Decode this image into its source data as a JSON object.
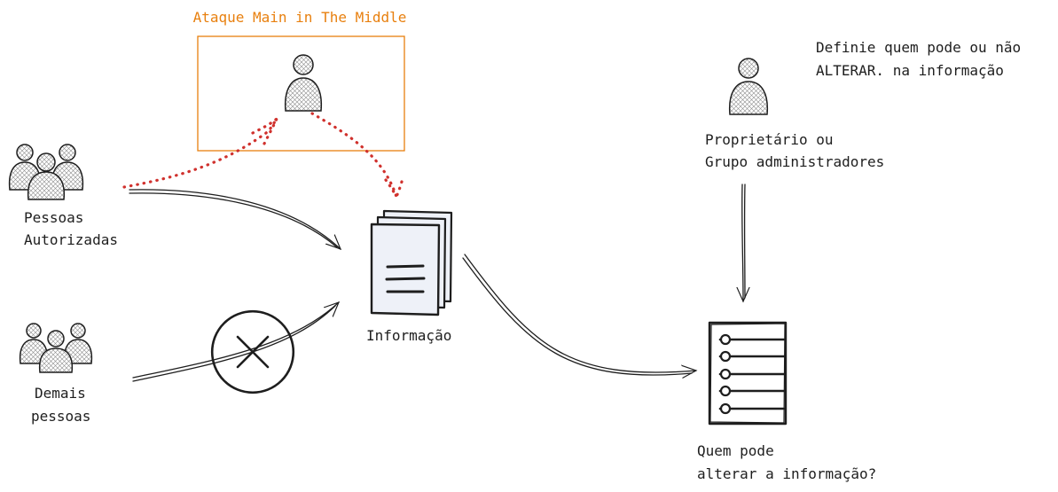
{
  "labels": {
    "mitm_title": "Ataque Main in The Middle",
    "define_line1": "Definie quem pode ou não",
    "define_line2": "ALTERAR. na informação",
    "owner_line1": "Proprietário ou",
    "owner_line2": "Grupo administradores",
    "authorized_line1": "Pessoas",
    "authorized_line2": "Autorizadas",
    "others_line1": "Demais",
    "others_line2": "pessoas",
    "information": "Informação",
    "who_line1": "Quem pode",
    "who_line2": "alterar a informação?"
  },
  "icons": {
    "attacker": "person-icon",
    "owner": "person-icon",
    "authorized_group": "group-icon",
    "others_group": "group-icon",
    "document": "document-stack-icon",
    "blocked": "x-circle-icon",
    "access_list": "list-icon"
  },
  "colors": {
    "stroke": "#1e1e1e",
    "attack_box": "#e8800f",
    "attack_path": "#d0312d",
    "document_fill": "#eef1f8"
  }
}
